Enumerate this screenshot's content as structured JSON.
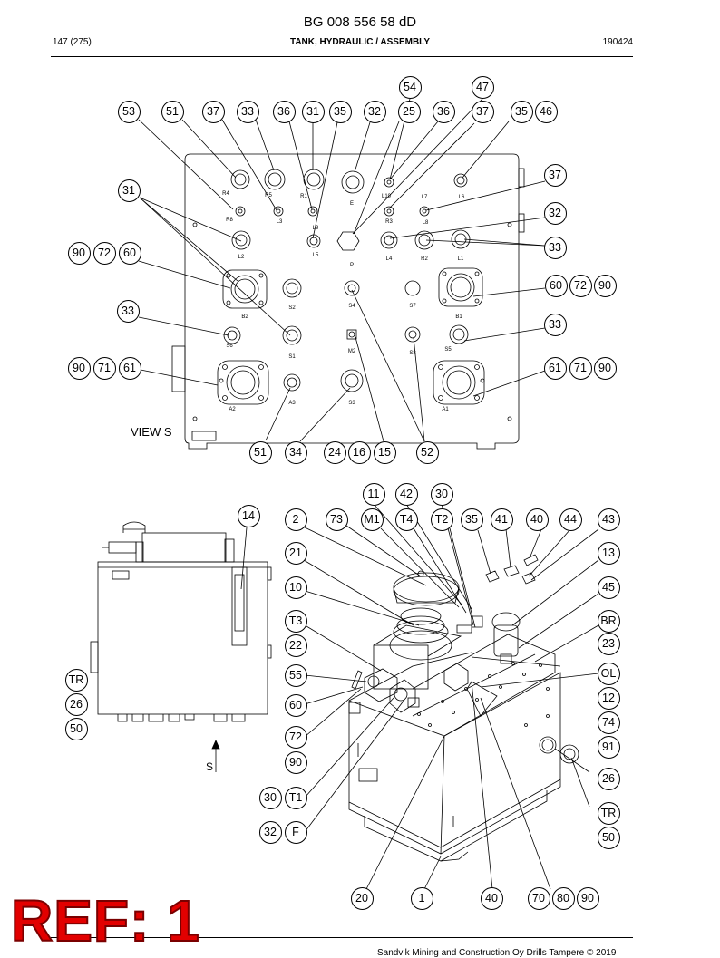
{
  "document": {
    "code": "BG 008 556 58 dD",
    "page": "147 (275)",
    "title": "TANK, HYDRAULIC / ASSEMBLY",
    "date": "190424",
    "view_label": "VIEW S",
    "arrow_label": "S",
    "ref_stamp": "REF: 1",
    "footer": "Sandvik Mining and Construction Oy Drills Tampere © 2019"
  },
  "callouts_top": [
    {
      "n": "54"
    },
    {
      "n": "47"
    },
    {
      "n": "53"
    },
    {
      "n": "51"
    },
    {
      "n": "37"
    },
    {
      "n": "33"
    },
    {
      "n": "36"
    },
    {
      "n": "31"
    },
    {
      "n": "35"
    },
    {
      "n": "32"
    },
    {
      "n": "25"
    },
    {
      "n": "36"
    },
    {
      "n": "37"
    },
    {
      "n": "35"
    },
    {
      "n": "46"
    },
    {
      "n": "31"
    },
    {
      "n": "37"
    },
    {
      "n": "32"
    },
    {
      "n": "90"
    },
    {
      "n": "72"
    },
    {
      "n": "60"
    },
    {
      "n": "33"
    },
    {
      "n": "60"
    },
    {
      "n": "72"
    },
    {
      "n": "90"
    },
    {
      "n": "33"
    },
    {
      "n": "33"
    },
    {
      "n": "90"
    },
    {
      "n": "71"
    },
    {
      "n": "61"
    },
    {
      "n": "61"
    },
    {
      "n": "71"
    },
    {
      "n": "90"
    },
    {
      "n": "51"
    },
    {
      "n": "34"
    },
    {
      "n": "24"
    },
    {
      "n": "16"
    },
    {
      "n": "15"
    },
    {
      "n": "52"
    }
  ],
  "callouts_bottom": [
    {
      "n": "11"
    },
    {
      "n": "42"
    },
    {
      "n": "30"
    },
    {
      "n": "14"
    },
    {
      "n": "2"
    },
    {
      "n": "73"
    },
    {
      "n": "M1"
    },
    {
      "n": "T4"
    },
    {
      "n": "T2"
    },
    {
      "n": "35"
    },
    {
      "n": "41"
    },
    {
      "n": "40"
    },
    {
      "n": "44"
    },
    {
      "n": "43"
    },
    {
      "n": "21"
    },
    {
      "n": "13"
    },
    {
      "n": "10"
    },
    {
      "n": "45"
    },
    {
      "n": "T3"
    },
    {
      "n": "BR"
    },
    {
      "n": "22"
    },
    {
      "n": "23"
    },
    {
      "n": "55"
    },
    {
      "n": "OL"
    },
    {
      "n": "TR"
    },
    {
      "n": "12"
    },
    {
      "n": "26"
    },
    {
      "n": "60"
    },
    {
      "n": "74"
    },
    {
      "n": "50"
    },
    {
      "n": "72"
    },
    {
      "n": "91"
    },
    {
      "n": "90"
    },
    {
      "n": "26"
    },
    {
      "n": "30"
    },
    {
      "n": "T1"
    },
    {
      "n": "TR"
    },
    {
      "n": "32"
    },
    {
      "n": "F"
    },
    {
      "n": "50"
    },
    {
      "n": "20"
    },
    {
      "n": "1"
    },
    {
      "n": "40"
    },
    {
      "n": "70"
    },
    {
      "n": "80"
    },
    {
      "n": "90"
    }
  ],
  "port_labels": [
    {
      "t": "R4"
    },
    {
      "t": "R5"
    },
    {
      "t": "R1"
    },
    {
      "t": "E"
    },
    {
      "t": "L10"
    },
    {
      "t": "L7"
    },
    {
      "t": "L6"
    },
    {
      "t": "L3"
    },
    {
      "t": "L9"
    },
    {
      "t": "R3"
    },
    {
      "t": "L8"
    },
    {
      "t": "R8"
    },
    {
      "t": "L5"
    },
    {
      "t": "L2"
    },
    {
      "t": "L4"
    },
    {
      "t": "R2"
    },
    {
      "t": "L1"
    },
    {
      "t": "P"
    },
    {
      "t": "S2"
    },
    {
      "t": "S4"
    },
    {
      "t": "S7"
    },
    {
      "t": "B2"
    },
    {
      "t": "B1"
    },
    {
      "t": "M2"
    },
    {
      "t": "S6"
    },
    {
      "t": "S8"
    },
    {
      "t": "S5"
    },
    {
      "t": "S1"
    },
    {
      "t": "A3"
    },
    {
      "t": "S3"
    },
    {
      "t": "A2"
    },
    {
      "t": "A1"
    }
  ]
}
